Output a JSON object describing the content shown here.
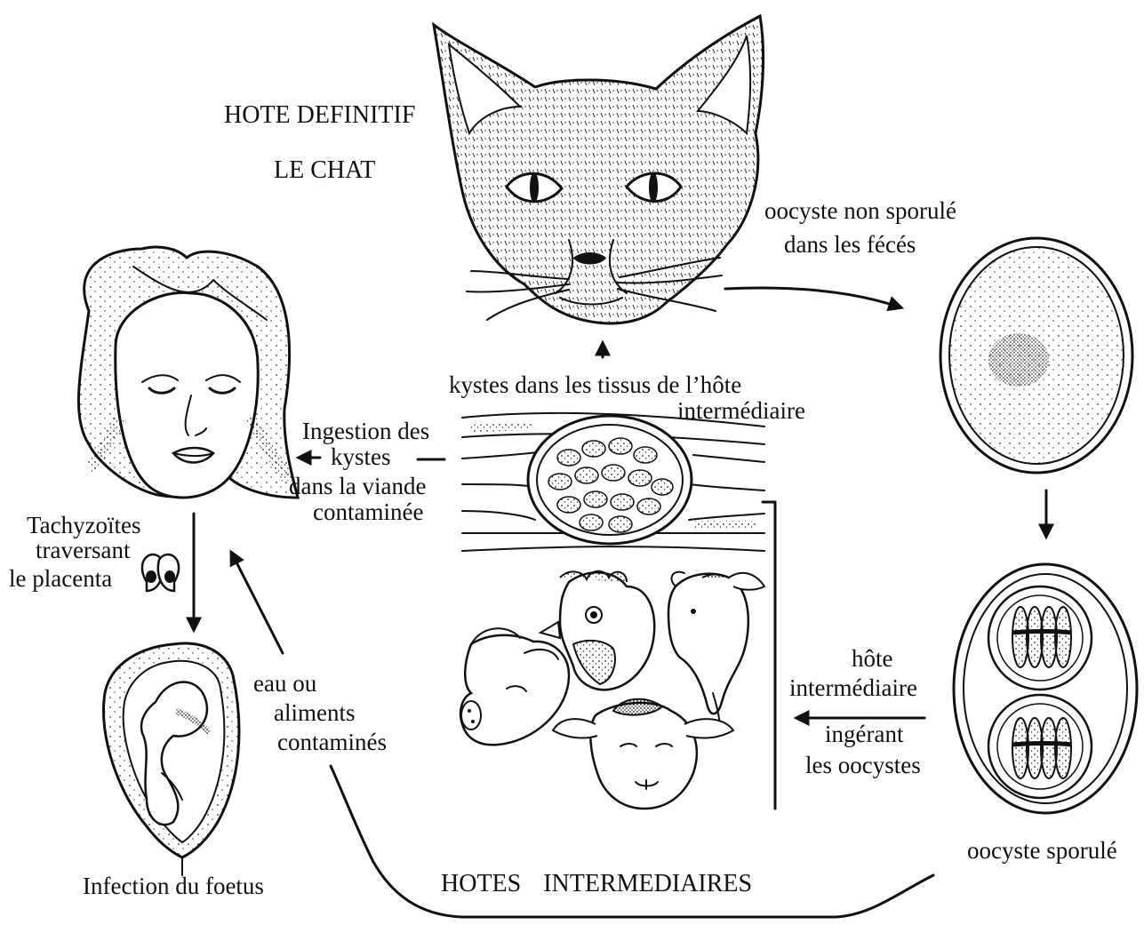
{
  "labels": {
    "definitive_host_line1": "HOTE DEFINITIF",
    "definitive_host_line2": "LE CHAT",
    "unsporulated_line1": "oocyste non sporulé",
    "unsporulated_line2": "dans les fécés",
    "cysts_line1": "kystes dans les tissus de l’hôte",
    "cysts_line2": "intermédiaire",
    "ingestion_line1": "Ingestion des",
    "ingestion_line2": "kystes",
    "ingestion_line3": "dans la viande",
    "ingestion_line4": "contaminée",
    "tachy_line1": "Tachyzoïtes",
    "tachy_line2": "traversant",
    "tachy_line3": "le placenta",
    "water_line1": "eau ou",
    "water_line2": "aliments",
    "water_line3": "contaminés",
    "host_ingest_line1": "hôte",
    "host_ingest_line2": "intermédiaire",
    "host_ingest_line3": "ingérant",
    "host_ingest_line4": "les oocystes",
    "sporulated": "oocyste sporulé",
    "fetus": "Infection du foetus",
    "intermediate_hosts": "HOTES INTERMEDIAIRES"
  },
  "figures": {
    "cat": "cat-head",
    "woman": "woman-head",
    "fetus": "fetus-in-uterus",
    "unsporulated_oocyst": "unsporulated-oocyst",
    "sporulated_oocyst": "sporulated-oocyst",
    "muscle_cyst": "tissue-cyst-in-muscle",
    "animals": [
      "pig",
      "chicken",
      "goat",
      "sheep"
    ]
  }
}
